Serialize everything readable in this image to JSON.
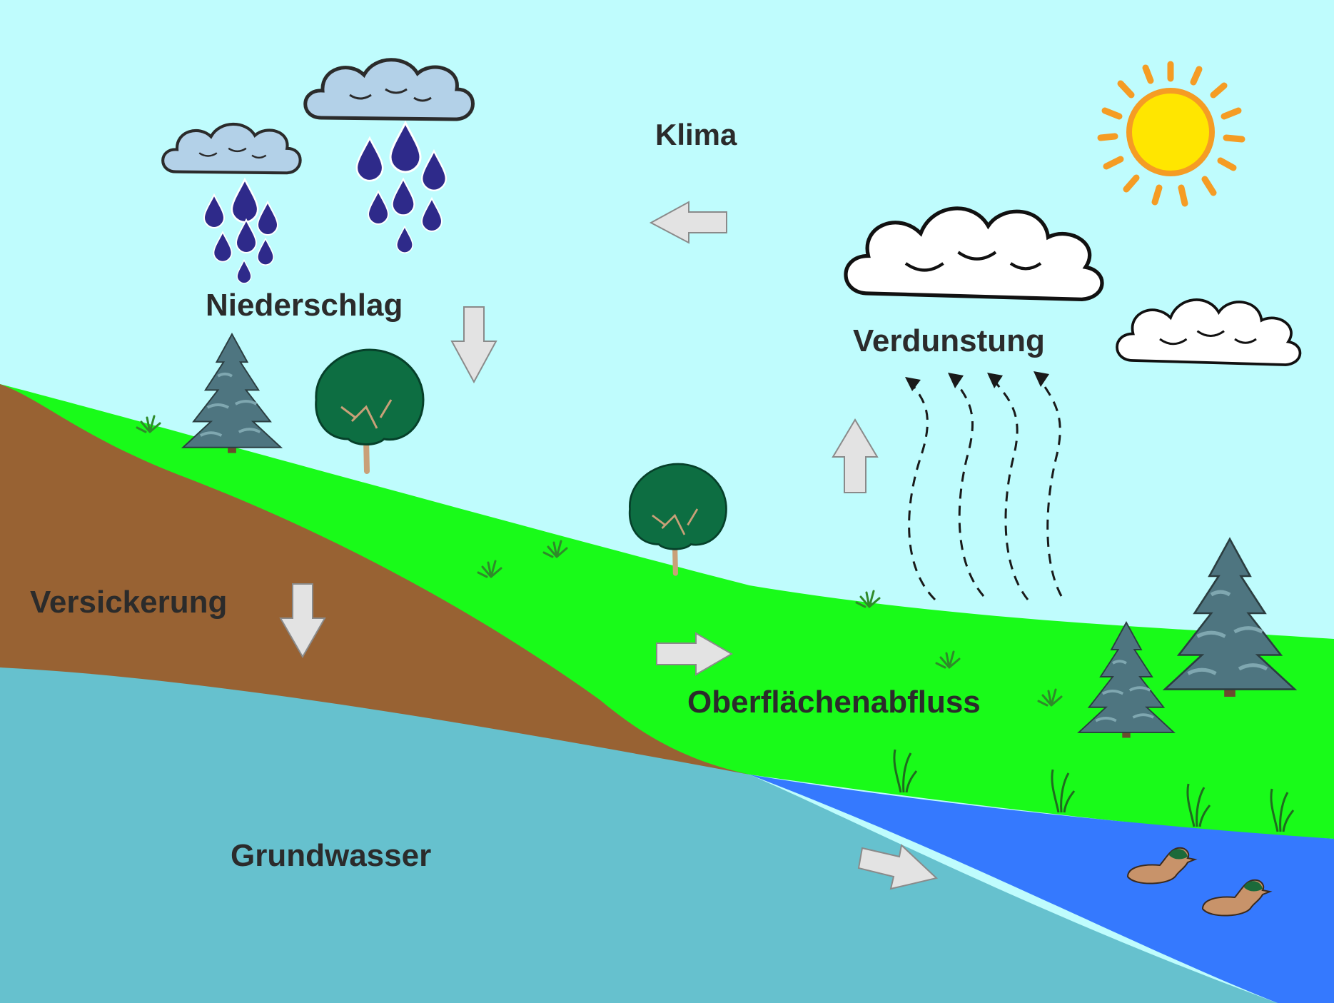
{
  "labels": {
    "klima": "Klima",
    "niederschlag": "Niederschlag",
    "verdunstung": "Verdunstung",
    "versickerung": "Versickerung",
    "oberflaechenabfluss": "Oberflächenabfluss",
    "grundwasser": "Grundwasser"
  },
  "colors": {
    "sky": "#bffcfd",
    "grass": "#19fb19",
    "soil": "#986233",
    "groundwater": "#66c1ce",
    "river": "#3579fe",
    "rain_cloud": "#b3d1e8",
    "raindrop": "#2e2a8a",
    "sun_core": "#ffe600",
    "sun_rays": "#f59c24",
    "arrow_fill": "#e3e3e3",
    "spruce": "#4e7580",
    "oak_crown": "#0d6e42",
    "trunk": "#c9a078",
    "text": "#2b2b2b"
  }
}
